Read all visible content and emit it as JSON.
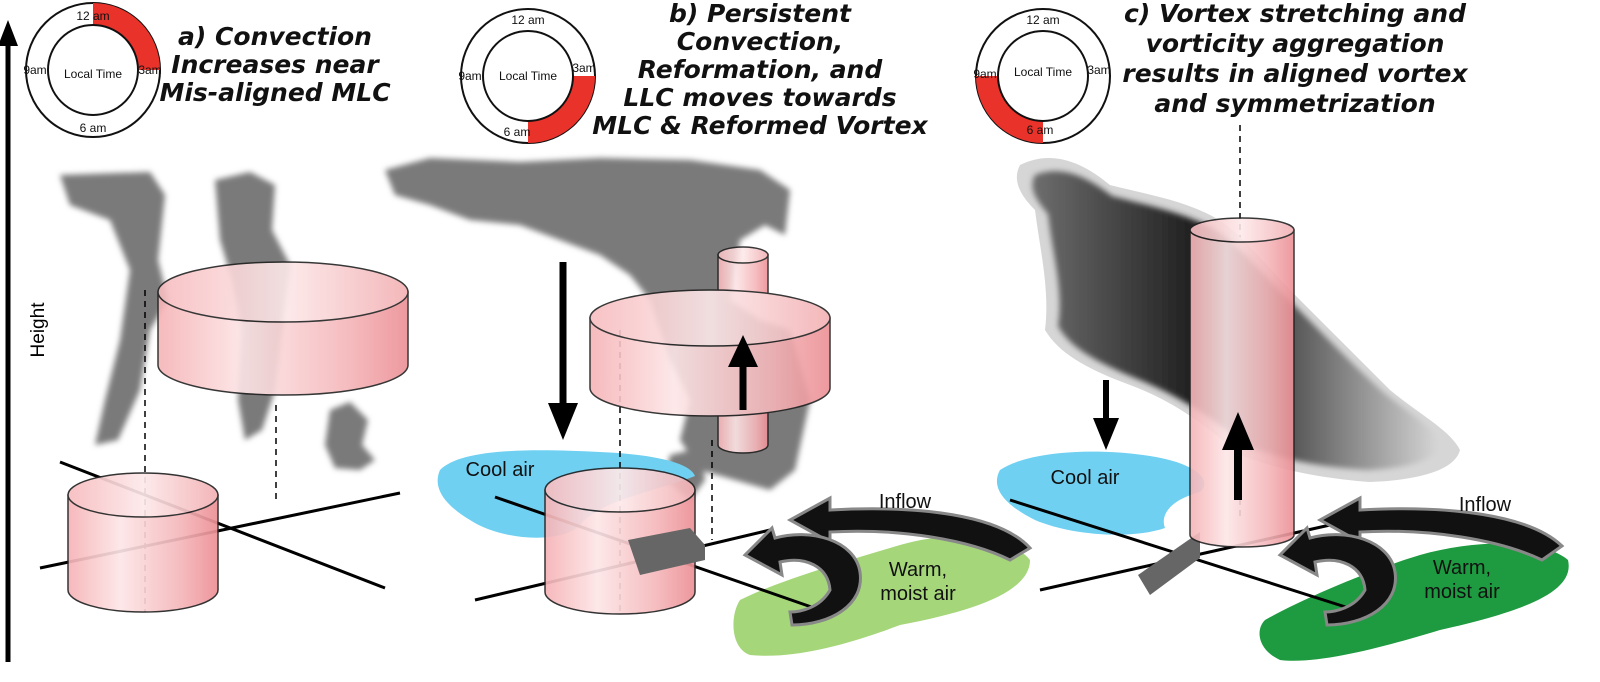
{
  "axis": {
    "label": "Height"
  },
  "panels": [
    {
      "title_lines": [
        "a) Convection",
        "Increases near",
        "Mis-aligned MLC"
      ],
      "clock": {
        "center": "Local Time",
        "top": "12 am",
        "right": "3am",
        "bottom": "6 am",
        "left": "9am",
        "highlight_span": "12 am to 3am"
      }
    },
    {
      "title_lines": [
        "b) Persistent",
        "Convection,",
        "Reformation, and",
        "LLC moves towards",
        "MLC & Reformed Vortex"
      ],
      "clock": {
        "center": "Local Time",
        "top": "12 am",
        "right": "3am",
        "bottom": "6 am",
        "left": "9am",
        "highlight_span": "3am to 6 am"
      },
      "labels": {
        "cool": "Cool air",
        "warm_1": "Warm,",
        "warm_2": "moist air",
        "inflow": "Inflow"
      }
    },
    {
      "title_lines": [
        "c) Vortex stretching and",
        "vorticity aggregation",
        "results in aligned vortex",
        "and symmetrization"
      ],
      "clock": {
        "center": "Local Time",
        "top": "12 am",
        "right": "3am",
        "bottom": "6 am",
        "left": "9am",
        "highlight_span": "6 am to 9am"
      },
      "labels": {
        "cool": "Cool air",
        "warm_1": "Warm,",
        "warm_2": "moist air",
        "inflow": "Inflow"
      }
    }
  ],
  "colors": {
    "clock_highlight": "#e8322a",
    "cylinder_pink": "#f2a8ab",
    "cloud_gray": "#7a7a7a",
    "cool_air": "#6fd0f2",
    "warm_air_b": "#a6d67a",
    "warm_air_c": "#1e9a40"
  }
}
